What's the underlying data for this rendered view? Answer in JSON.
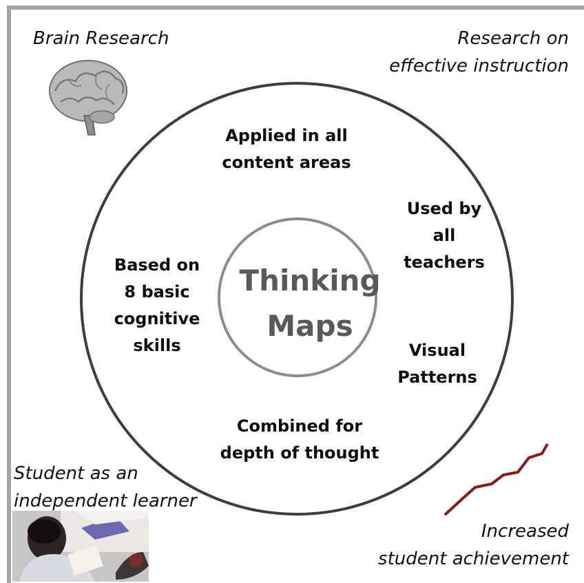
{
  "center": {
    "line1": "Thinking",
    "line2": "Maps"
  },
  "ring_items": {
    "top": [
      "Applied in all",
      "content areas"
    ],
    "right_upper": [
      "Used by",
      "all",
      "teachers"
    ],
    "left": [
      "Based on",
      "8 basic",
      "cognitive",
      "skills"
    ],
    "right_lower": [
      "Visual",
      "Patterns"
    ],
    "bottom": [
      "Combined for",
      "depth of thought"
    ]
  },
  "corners": {
    "top_left": [
      "Brain Research"
    ],
    "top_right": [
      "Research on",
      "effective instruction"
    ],
    "bottom_left": [
      "Student as an",
      "independent learner"
    ],
    "bottom_right": [
      "Increased",
      "student achievement"
    ]
  },
  "images": {
    "top_left": "brain-illustration",
    "bottom_left": "student-reading-photo",
    "bottom_right": "rising-trend-line"
  },
  "colors": {
    "outer_circle": "#3d3d3d",
    "inner_circle": "#8c8c8c",
    "center_text": "#595959",
    "trend_line": "#8b1a13",
    "frame": "#a6a6a6"
  }
}
